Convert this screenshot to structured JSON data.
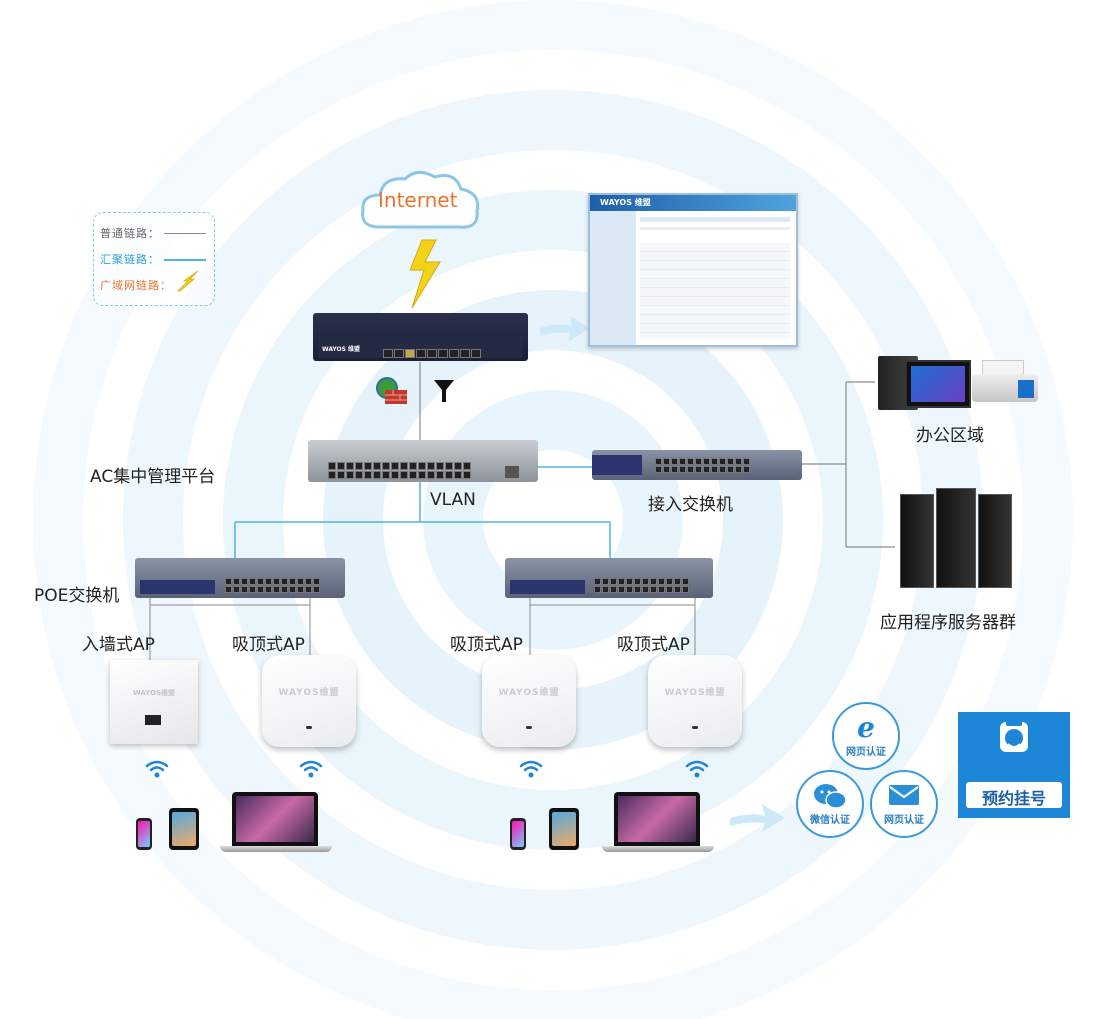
{
  "legend": {
    "normal_label": "普通链路：",
    "aggregate_label": "汇聚链路：",
    "wan_label": "广域网链路："
  },
  "colors": {
    "normal": "#8a8a8a",
    "aggregate": "#4fb3e6",
    "wan_text": "#e8742d",
    "wan_bolt": "#f3d21a",
    "ring": "#e3f1fb"
  },
  "nodes": {
    "internet": "Internet",
    "gateway_brand": "WAYOS 维盟",
    "ac_platform": "AC集中管理平台",
    "vlan": "VLAN",
    "access_switch": "接入交换机",
    "poe_switch": "POE交换机",
    "office_area": "办公区域",
    "app_server_group": "应用程序服务器群",
    "wall_ap": "入墙式AP",
    "ceiling_ap_1": "吸顶式AP",
    "ceiling_ap_2": "吸顶式AP",
    "ceiling_ap_3": "吸顶式AP",
    "ap_brand": "WAYOS维盟"
  },
  "auth": {
    "web_auth_1": "网页认证",
    "wechat_auth": "微信认证",
    "web_auth_2": "网页认证",
    "booking": "预约挂号"
  },
  "mgmt_screen": {
    "logo": "WAYOS 维盟"
  },
  "icons": [
    "globe-firewall-icon",
    "filter-funnel-icon",
    "lightning-bolt-icon",
    "wifi-signal-icon",
    "ie-browser-icon",
    "wechat-icon",
    "mail-icon",
    "doctor-icon",
    "arrow-right-icon"
  ]
}
